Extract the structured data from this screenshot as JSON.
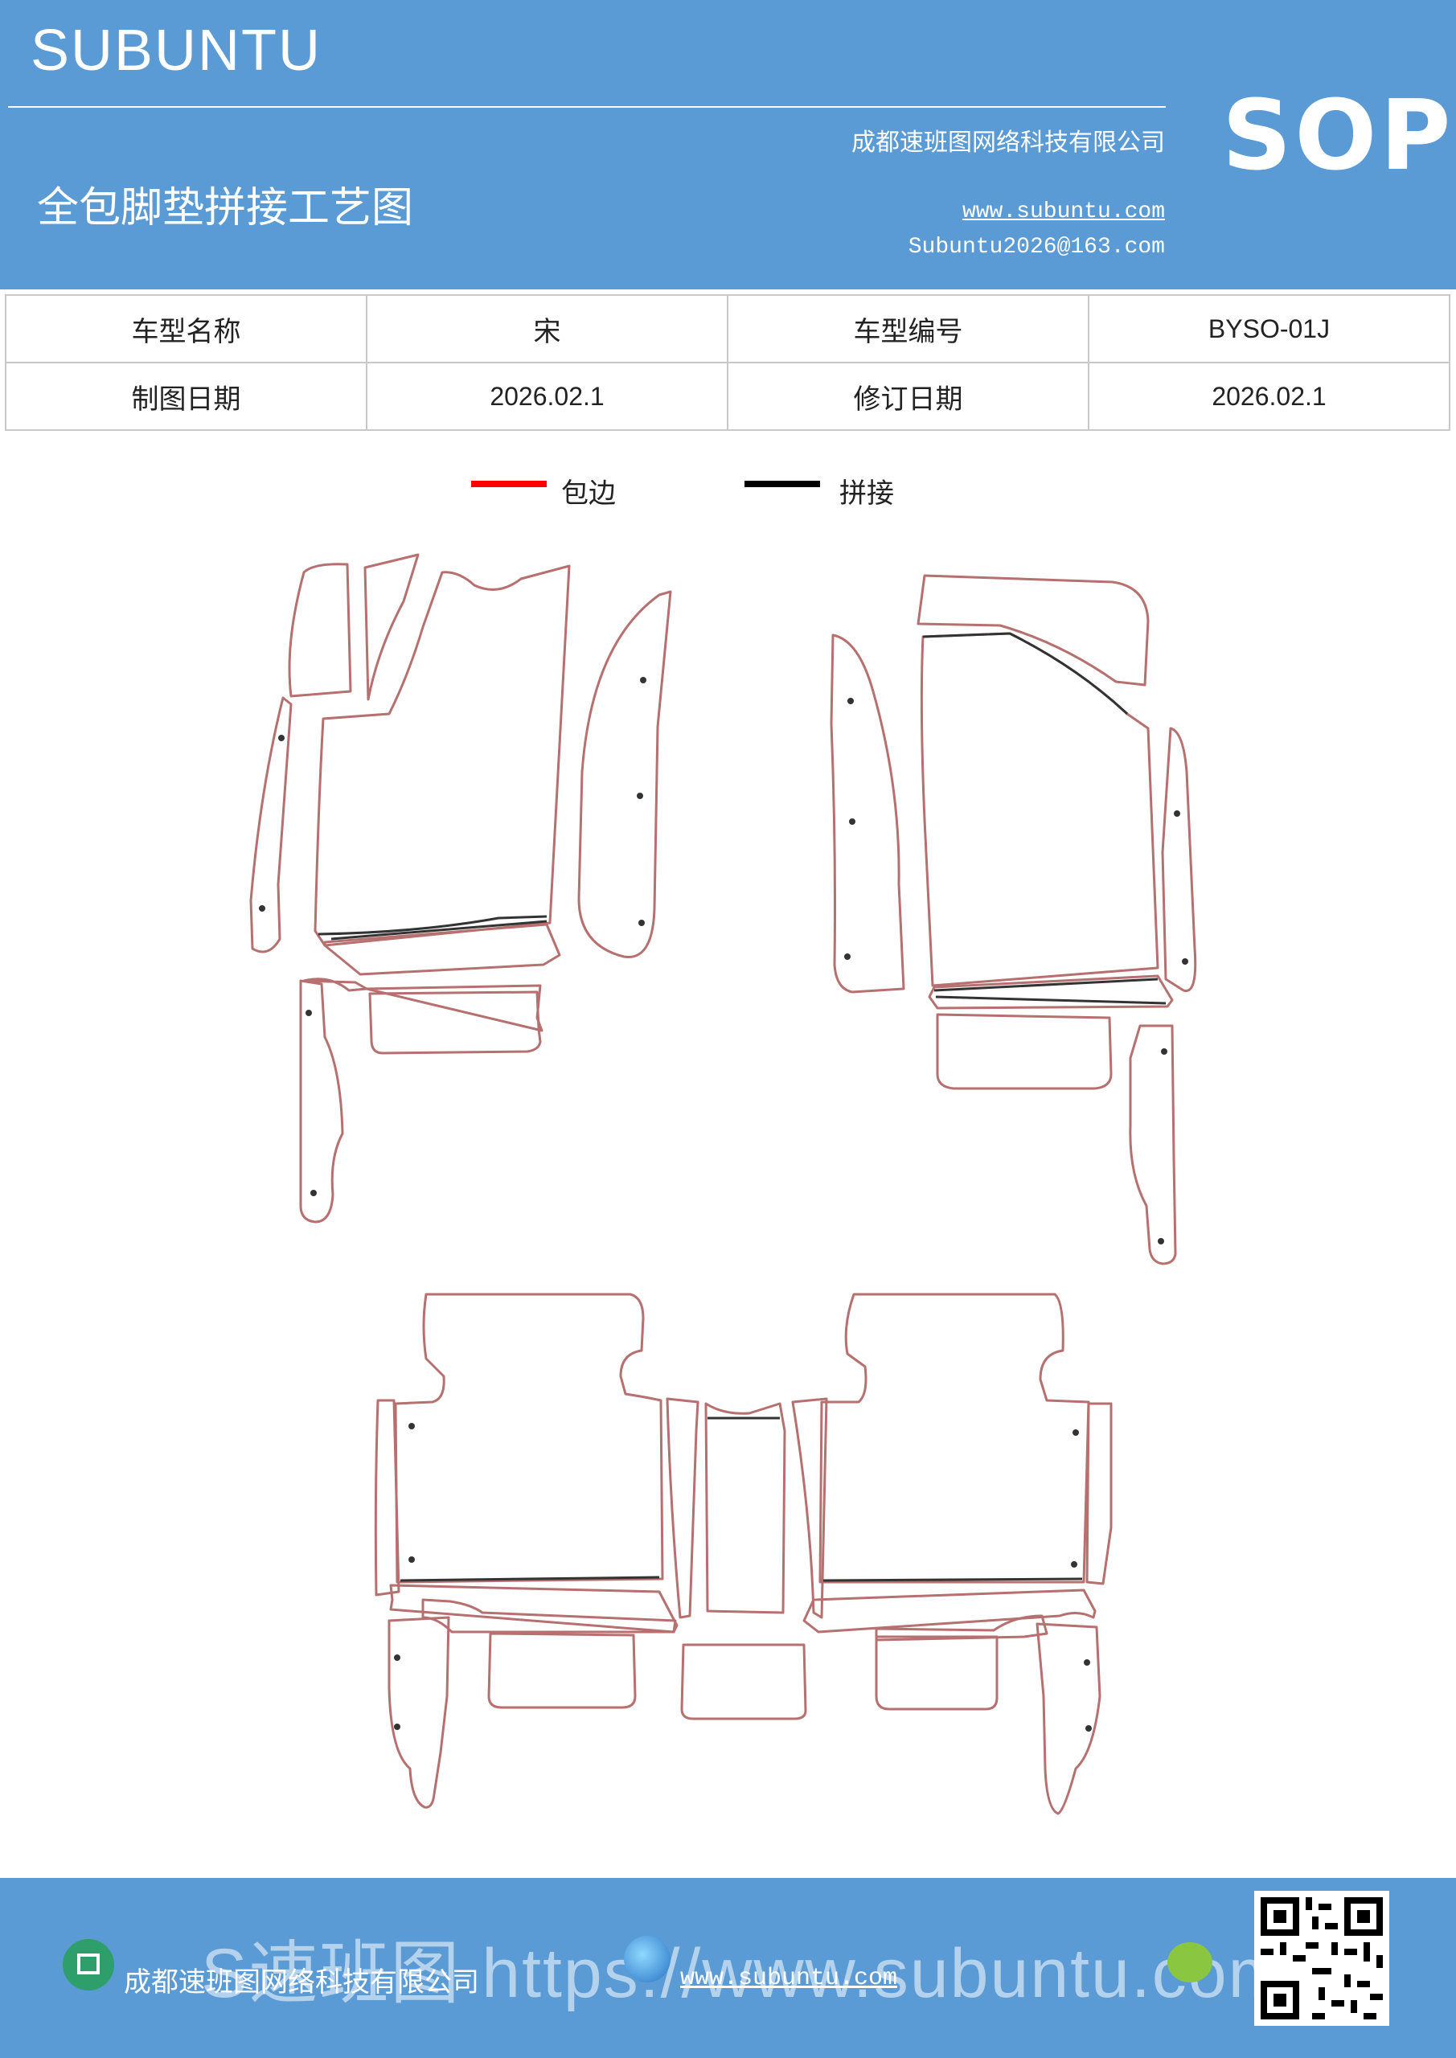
{
  "header": {
    "brand": "SUBUNTU",
    "title": "全包脚垫拼接工艺图",
    "company": "成都速班图网络科技有限公司",
    "website": "www.subuntu.com",
    "email": "Subuntu2026@163.com",
    "badge": "SOP"
  },
  "info": {
    "model_name_label": "车型名称",
    "model_name_value": "宋",
    "model_code_label": "车型编号",
    "model_code_value": "BYSO-01J",
    "draw_date_label": "制图日期",
    "draw_date_value": "2026.02.1",
    "revise_date_label": "修订日期",
    "revise_date_value": "2026.02.1"
  },
  "legend": {
    "edging_label": "包边",
    "edging_color": "#ff0000",
    "splice_label": "拼接",
    "splice_color": "#000000"
  },
  "diagram": {
    "edge_color": "#b5706f",
    "seam_color": "#333333"
  },
  "footer": {
    "company": "成都速班图网络科技有限公司",
    "website": "www.subuntu.com",
    "watermark": "S速班图 https://www.subuntu.com"
  }
}
